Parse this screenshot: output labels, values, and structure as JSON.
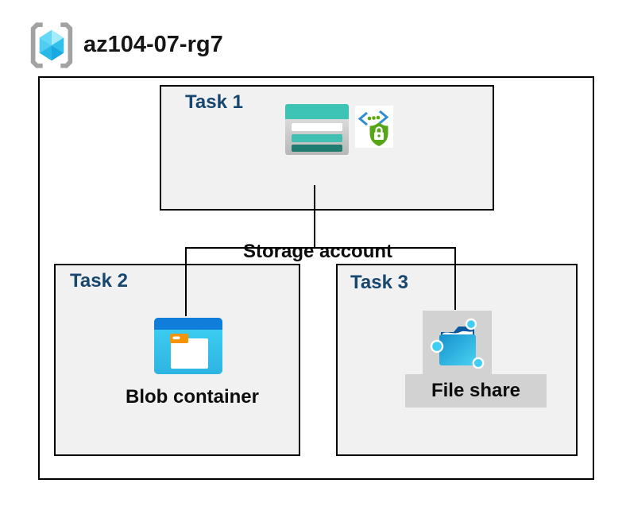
{
  "resource_group": {
    "name": "az104-07-rg7",
    "icon": "resource-group-icon"
  },
  "tasks": [
    {
      "label": "Task 1",
      "item": "Storage account",
      "icons": [
        "storage-account-icon",
        "secure-endpoint-icon"
      ]
    },
    {
      "label": "Task 2",
      "item": "Blob container",
      "icons": [
        "blob-container-icon"
      ]
    },
    {
      "label": "Task 3",
      "item": "File share",
      "icons": [
        "file-share-icon"
      ]
    }
  ],
  "connectors": [
    {
      "from": "Storage account",
      "to": "Blob container"
    },
    {
      "from": "Storage account",
      "to": "File share"
    }
  ],
  "colors": {
    "task_label_blue": "#17466e",
    "box_fill": "#f1f1f1",
    "box_border": "#000000",
    "highlight_gray": "#d2d2d2",
    "storage_teal": "#3dc4b5",
    "storage_teal_dark": "#1f7c71",
    "blob_blue_bar": "#0f7dd9",
    "blob_cyan": "#35c8ef",
    "folder_tab_orange": "#f49406",
    "shield_green": "#57a618",
    "chevron_blue": "#2e8fd2",
    "fileshare_navy": "#0a58a0",
    "node_cyan": "#3ecdf5",
    "rg_bracket_gray": "#a2a2a2"
  }
}
